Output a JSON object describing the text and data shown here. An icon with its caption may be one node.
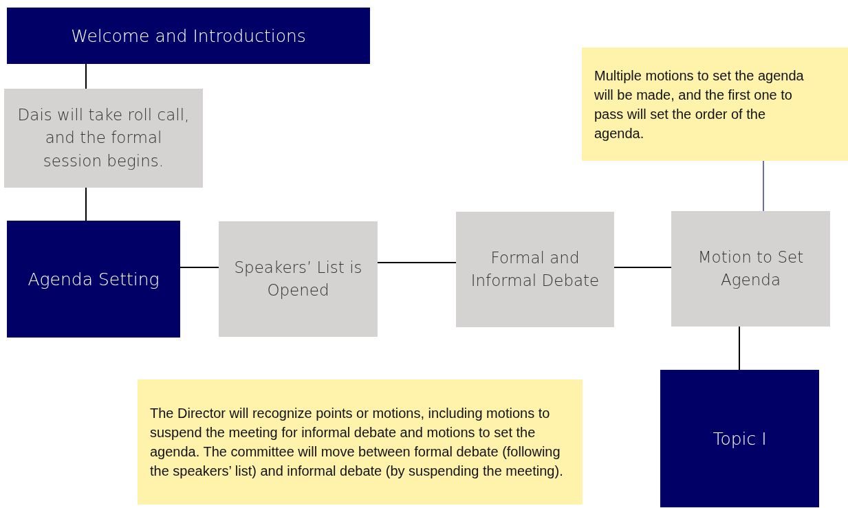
{
  "diagram": {
    "nodes": [
      {
        "text": [
          "Welcome and Introductions"
        ]
      },
      {
        "text": [
          "Dais will take roll call, and the formal session begins."
        ]
      },
      {
        "text": [
          "Agenda Setting"
        ]
      },
      {
        "text": [
          "Speakers’ List is Opened"
        ]
      },
      {
        "text": [
          "Formal and Informal Debate"
        ]
      },
      {
        "text": [
          "Motion to Set Agenda"
        ]
      },
      {
        "text": [
          "Topic I"
        ]
      },
      {
        "text": [
          "Multiple motions to set the agenda will be made, and the first one to pass will set the order of the agenda."
        ]
      },
      {
        "text": [
          "The Director will recognize points or motions, including motions to suspend the meeting for informal debate and motions to set the agenda. The committee will move between formal debate (following the speakers’ list) and informal debate (by suspending the meeting)."
        ]
      }
    ],
    "edges": [
      {
        "from": 0,
        "to": 1,
        "arrow": "none"
      },
      {
        "from": 1,
        "to": 2,
        "arrow": "none"
      },
      {
        "from": 2,
        "to": 3,
        "arrow": "none"
      },
      {
        "from": 3,
        "to": 4,
        "arrow": "none"
      },
      {
        "from": 4,
        "to": 5,
        "arrow": "none"
      },
      {
        "from": 5,
        "to": 6,
        "arrow": "none"
      },
      {
        "from": 7,
        "to": 5,
        "arrow": "none",
        "color": "#3c3c9c"
      }
    ]
  }
}
